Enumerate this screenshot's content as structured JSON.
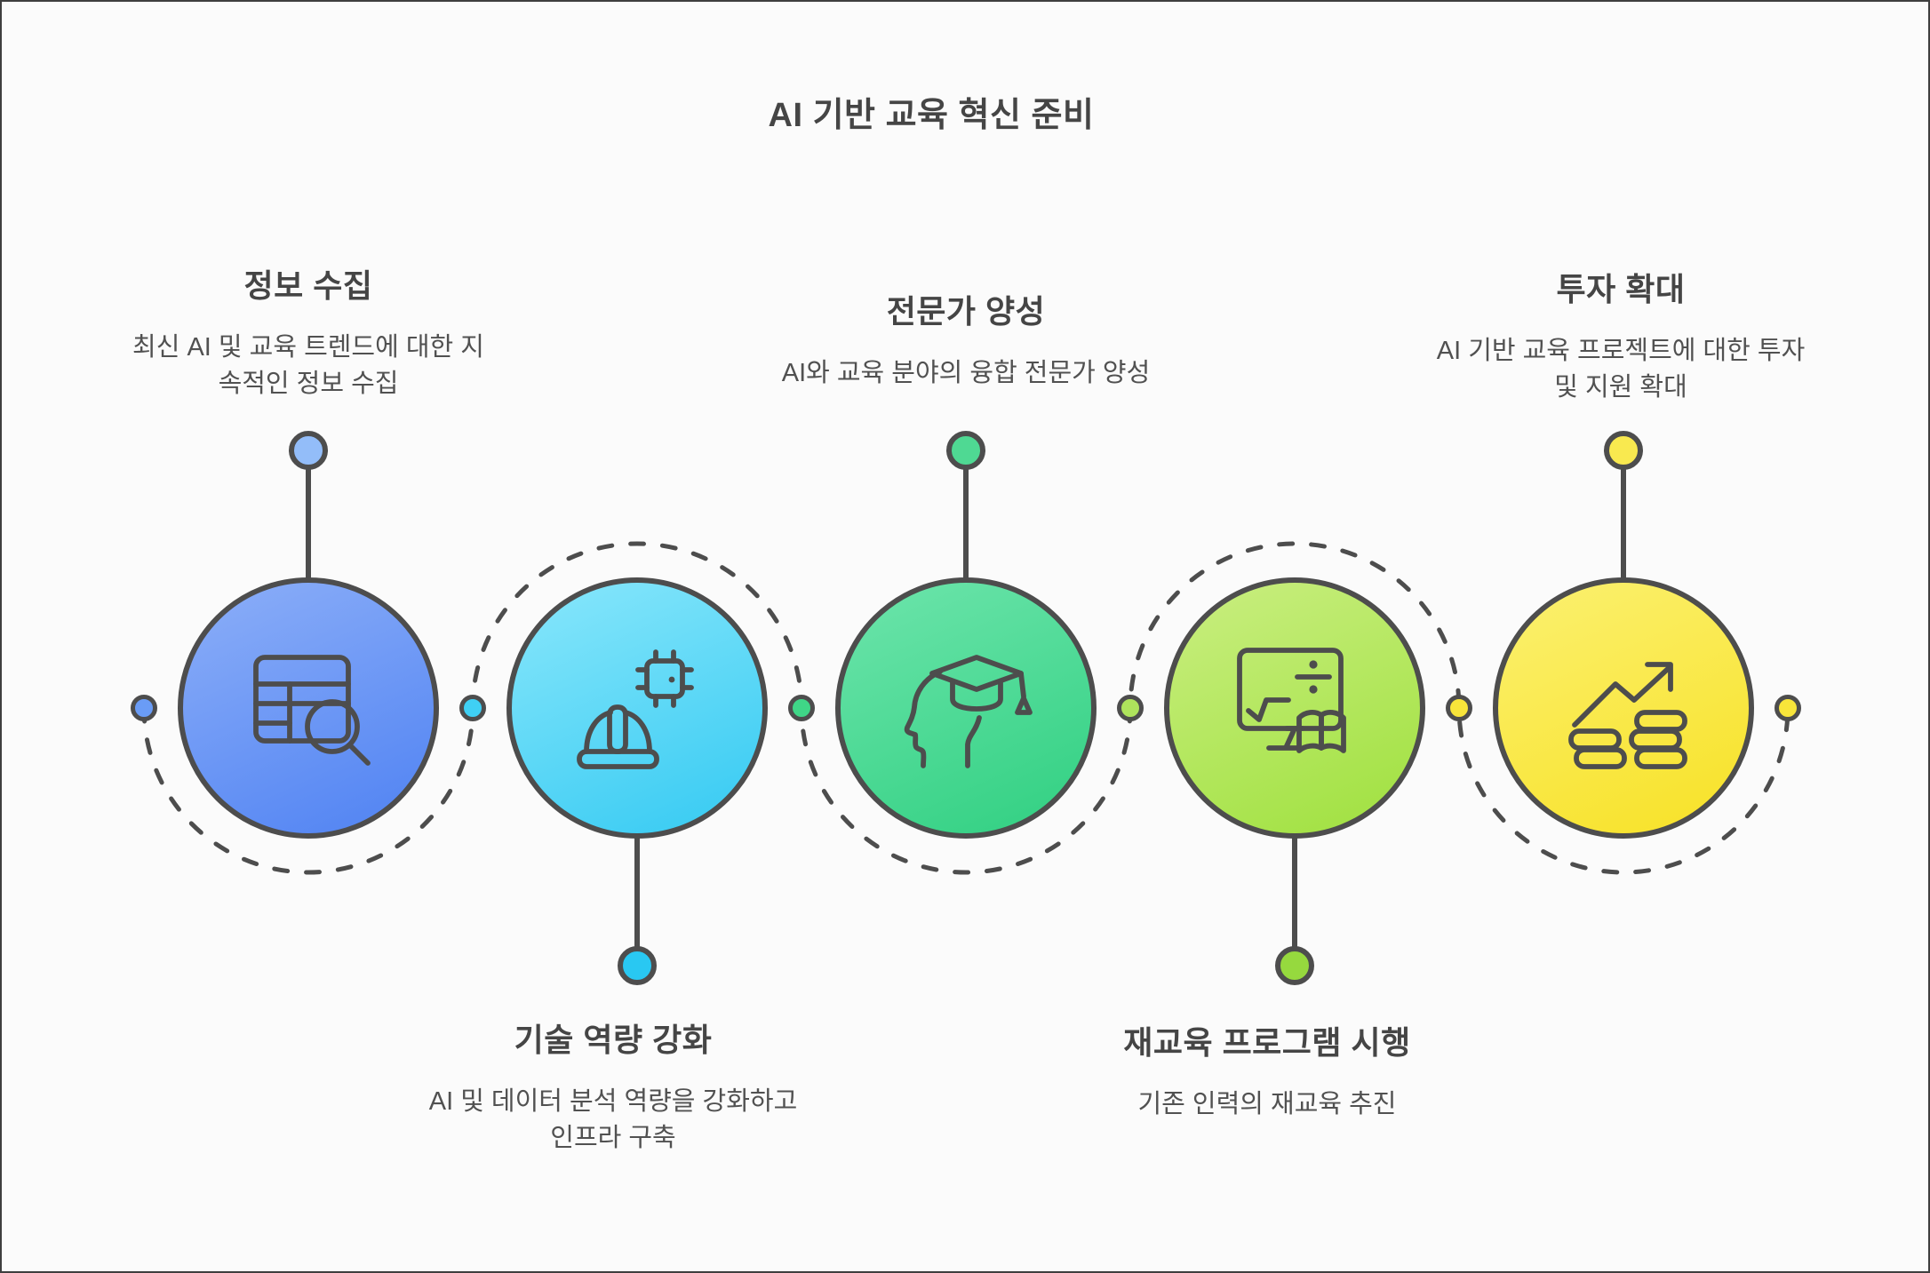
{
  "title": "AI 기반 교육 혁신 준비",
  "theme": {
    "background": "#fbfbfb",
    "ink": "#4d4d4d",
    "heading_color": "#454545",
    "body_color": "#515151"
  },
  "steps": [
    {
      "label": "정보 수집",
      "description": "최신 AI 및 교육 트렌드에 대한 지\n속적인 정보 수집",
      "icon": "table-search-icon",
      "colors": {
        "top": "#8aadf8",
        "bottom": "#5687f3",
        "marker": "#93bdf9"
      }
    },
    {
      "label": "기술 역량 강화",
      "description": "AI 및 데이터 분석 역량을 강화하고\n인프라 구축",
      "icon": "hardhat-chip-icon",
      "colors": {
        "top": "#86e6fb",
        "bottom": "#3ecdf3",
        "marker": "#29c8f2"
      }
    },
    {
      "label": "전문가 양성",
      "description": "AI와 교육 분야의 융합 전문가 양성",
      "icon": "graduate-head-icon",
      "colors": {
        "top": "#6be4aa",
        "bottom": "#37d286",
        "marker": "#4fd993"
      }
    },
    {
      "label": "재교육 프로그램 시행",
      "description": "기존 인력의 재교육 추진",
      "icon": "monitor-book-icon",
      "colors": {
        "top": "#c8ee7e",
        "bottom": "#a4e246",
        "marker": "#96d93e"
      }
    },
    {
      "label": "투자 확대",
      "description": "AI 기반 교육 프로젝트에 대한 투자\n및 지원 확대",
      "icon": "growth-coins-icon",
      "colors": {
        "top": "#fbf06e",
        "bottom": "#f8e32e",
        "marker": "#f9e94f"
      }
    }
  ],
  "path_dots": [
    "#6a9cf6",
    "#3fd0f4",
    "#3fd687",
    "#aee35c",
    "#f8e53a",
    "#f8e53a"
  ]
}
